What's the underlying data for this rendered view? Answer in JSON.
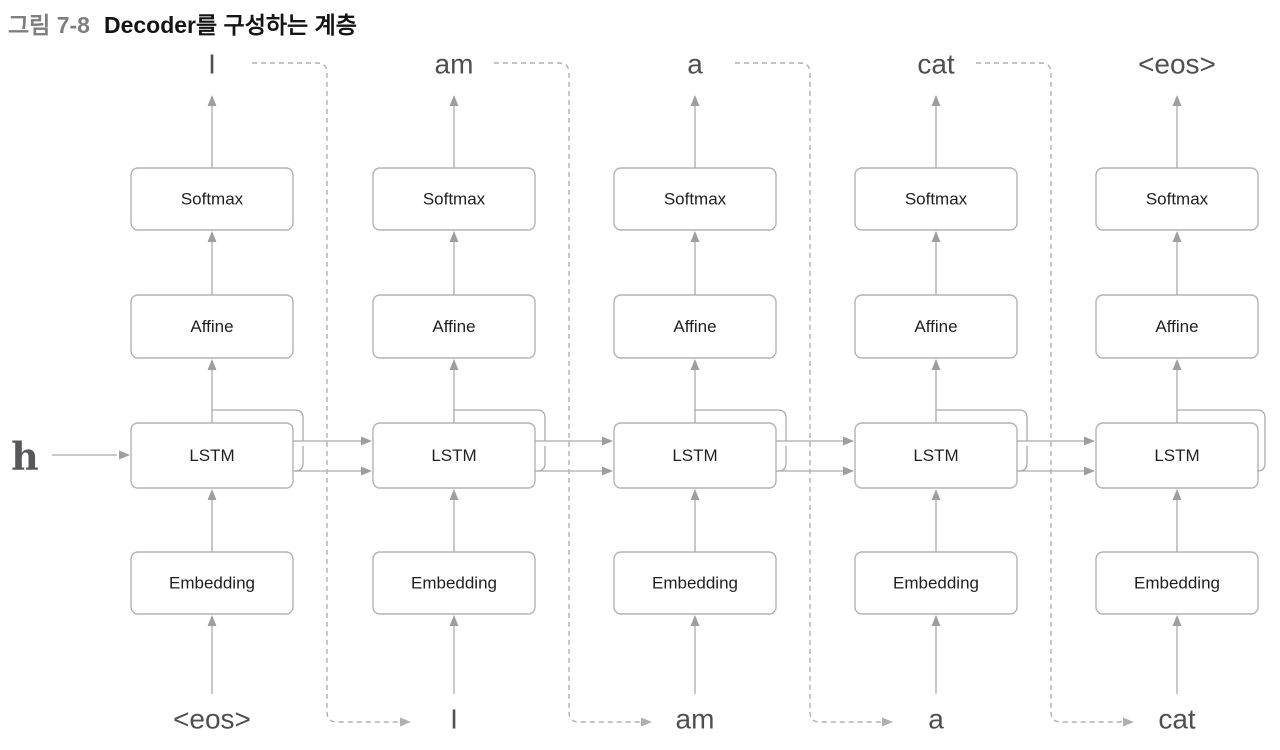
{
  "title": {
    "figure_label": "그림 7-8",
    "caption": "Decoder를 구성하는 계층"
  },
  "diagram": {
    "initial_state_label": "h",
    "layers": [
      "Softmax",
      "Affine",
      "LSTM",
      "Embedding"
    ],
    "columns": [
      {
        "output": "I",
        "input": "<eos>",
        "feeds_next": true
      },
      {
        "output": "am",
        "input": "I",
        "feeds_next": true
      },
      {
        "output": "a",
        "input": "am",
        "feeds_next": true
      },
      {
        "output": "cat",
        "input": "a",
        "feeds_next": true
      },
      {
        "output": "<eos>",
        "input": "cat",
        "feeds_next": false
      }
    ],
    "colors": {
      "background": "#ffffff",
      "box_border": "#b3b3b3",
      "box_fill": "#ffffff",
      "box_text": "#1f1f1f",
      "arrow_line": "#ababab",
      "arrow_head": "#9e9e9e",
      "dashed_line": "#b0b0b0",
      "word_text": "#4f4f4f",
      "h_label": "#58585a",
      "title_label": "#7f7f7f",
      "title_text": "#141414"
    }
  }
}
